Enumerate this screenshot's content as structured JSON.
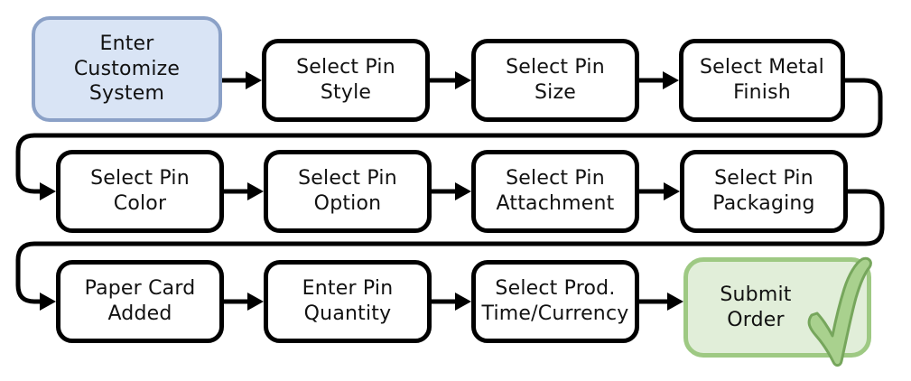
{
  "diagram": {
    "type": "flowchart",
    "nodes": [
      {
        "id": "enter-customize-system",
        "label": "Enter\nCustomize\nSystem",
        "role": "start"
      },
      {
        "id": "select-pin-style",
        "label": "Select Pin\nStyle",
        "role": "step"
      },
      {
        "id": "select-pin-size",
        "label": "Select Pin\nSize",
        "role": "step"
      },
      {
        "id": "select-metal-finish",
        "label": "Select Metal\nFinish",
        "role": "step"
      },
      {
        "id": "select-pin-color",
        "label": "Select Pin\nColor",
        "role": "step"
      },
      {
        "id": "select-pin-option",
        "label": "Select Pin\nOption",
        "role": "step"
      },
      {
        "id": "select-pin-attachment",
        "label": "Select Pin\nAttachment",
        "role": "step"
      },
      {
        "id": "select-pin-packaging",
        "label": "Select Pin\nPackaging",
        "role": "step"
      },
      {
        "id": "paper-card-added",
        "label": "Paper Card\nAdded",
        "role": "step"
      },
      {
        "id": "enter-pin-quantity",
        "label": "Enter Pin\nQuantity",
        "role": "step"
      },
      {
        "id": "select-prod-time-currency",
        "label": "Select Prod.\nTime/Currency",
        "role": "step"
      },
      {
        "id": "submit-order",
        "label": "Submit\nOrder",
        "role": "end"
      }
    ],
    "edges": [
      [
        "enter-customize-system",
        "select-pin-style"
      ],
      [
        "select-pin-style",
        "select-pin-size"
      ],
      [
        "select-pin-size",
        "select-metal-finish"
      ],
      [
        "select-metal-finish",
        "select-pin-color"
      ],
      [
        "select-pin-color",
        "select-pin-option"
      ],
      [
        "select-pin-option",
        "select-pin-attachment"
      ],
      [
        "select-pin-attachment",
        "select-pin-packaging"
      ],
      [
        "select-pin-packaging",
        "paper-card-added"
      ],
      [
        "paper-card-added",
        "enter-pin-quantity"
      ],
      [
        "enter-pin-quantity",
        "select-prod-time-currency"
      ],
      [
        "select-prod-time-currency",
        "submit-order"
      ]
    ],
    "icons": [
      {
        "name": "checkmark-icon",
        "on_node": "submit-order",
        "color": "#a9d18e"
      }
    ],
    "colors": {
      "box_fill": "#ffffff",
      "box_border": "#000000",
      "start_fill": "#d9e4f5",
      "start_border": "#8ba1c7",
      "end_fill": "#e1eed9",
      "end_border": "#9ec983",
      "check_fill": "#a9d18e",
      "check_stroke": "#76a65c",
      "connector": "#000000",
      "text": "#111111"
    }
  }
}
